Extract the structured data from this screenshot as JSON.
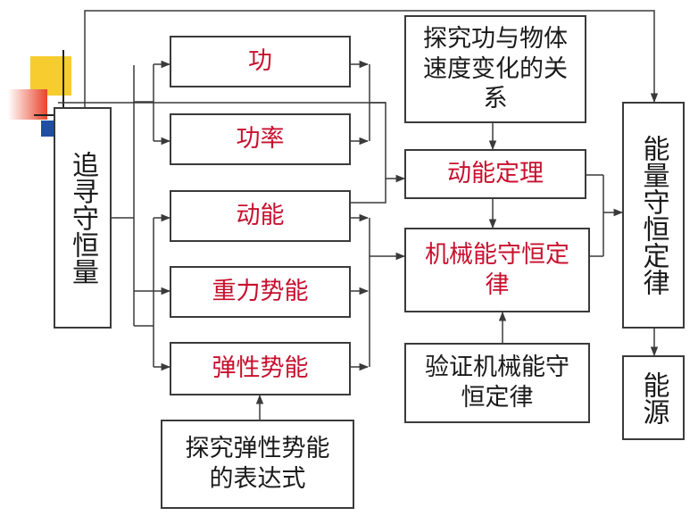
{
  "left": {
    "text": "追寻守恒量"
  },
  "middle": {
    "work": "功",
    "power": "功率",
    "kinetic": "动能",
    "gravity_pe": "重力势能",
    "elastic_pe": "弹性势能"
  },
  "explore_elastic": "探究弹性势能的表达式",
  "explore_work": "探究功与物体速度变化的关系",
  "ke_theorem": "动能定理",
  "mech_conservation": "机械能守恒定律",
  "verify_mech": "验证机械能守恒定律",
  "right": {
    "energy_law": "能量守恒定律",
    "energy_source": "能源"
  },
  "colors": {
    "accent_red": "#c8102e",
    "line": "#3a3a3a",
    "deco_yellow": "#f6cc2e",
    "deco_red": "#e8442a",
    "deco_blue": "#1f4fa0"
  }
}
